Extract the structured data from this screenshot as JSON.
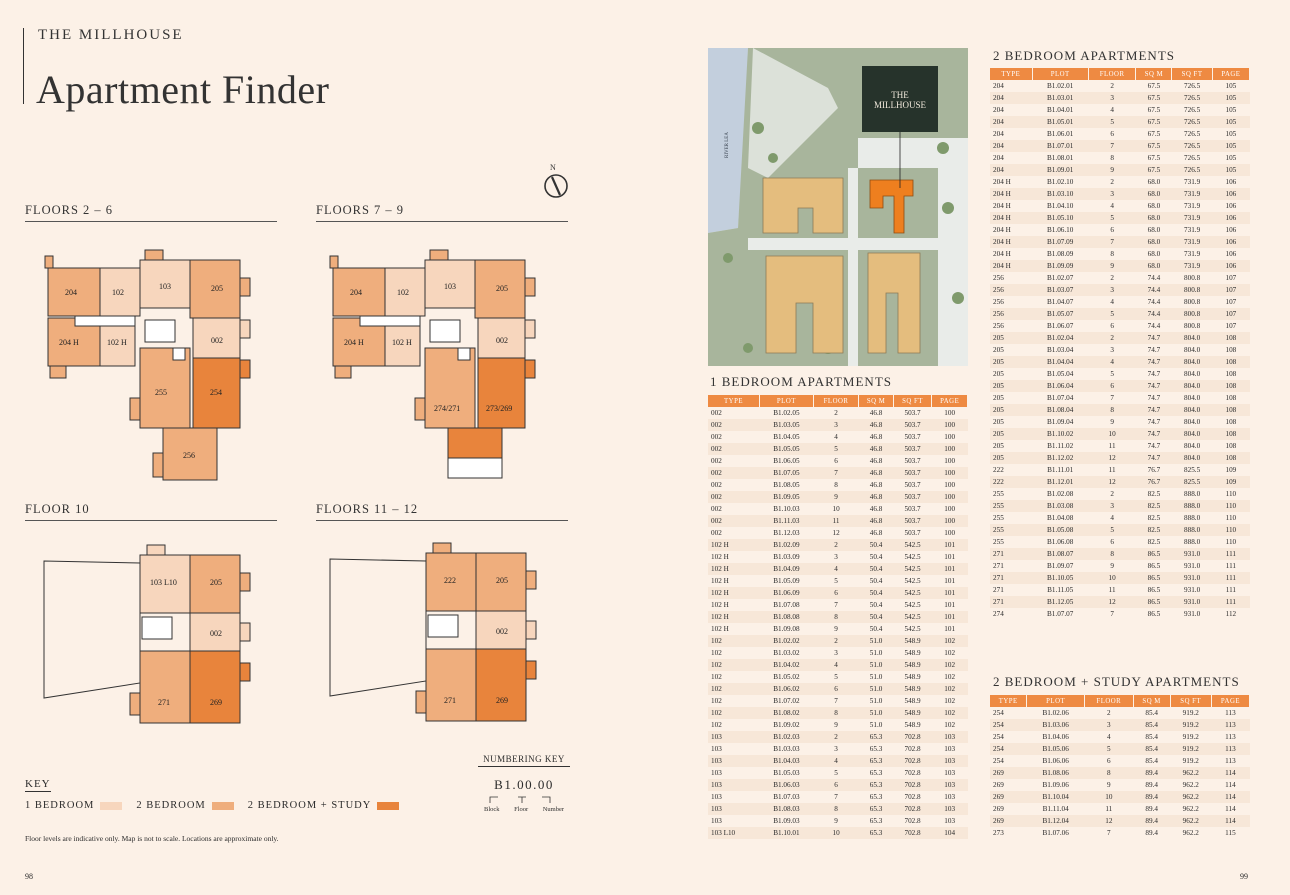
{
  "header": {
    "brand": "THE MILLHOUSE",
    "title": "Apartment Finder"
  },
  "sections": {
    "floors_2_6": "FLOORS 2 – 6",
    "floors_7_9": "FLOORS 7 – 9",
    "floor_10": "FLOOR 10",
    "floors_11_12": "FLOORS 11 – 12"
  },
  "plans": {
    "floors_2_6": [
      "204",
      "102",
      "103",
      "205",
      "204 H",
      "102 H",
      "002",
      "255",
      "254",
      "256"
    ],
    "floors_7_9": [
      "204",
      "102",
      "103",
      "205",
      "204 H",
      "102 H",
      "002",
      "274/271",
      "273/269"
    ],
    "floor_10": [
      "103 L10",
      "205",
      "002",
      "271",
      "269"
    ],
    "floors_11_12": [
      "222",
      "205",
      "002",
      "271",
      "269"
    ]
  },
  "key": {
    "title": "KEY",
    "items": [
      {
        "label": "1 BEDROOM",
        "color": "#f7d6bd"
      },
      {
        "label": "2 BEDROOM",
        "color": "#efae7d"
      },
      {
        "label": "2 BEDROOM + STUDY",
        "color": "#e8843c"
      }
    ]
  },
  "numbering": {
    "title": "NUMBERING KEY",
    "value": "B1.00.00",
    "labels": [
      "Block",
      "Floor",
      "Number"
    ]
  },
  "note": "Floor levels are indicative only. Map is not to scale. Locations are approximate only.",
  "pages": {
    "left": "98",
    "right": "99"
  },
  "map": {
    "logo_line1": "THE",
    "logo_line2": "MILLHOUSE",
    "river": "RIVER LEA"
  },
  "colors": {
    "accent": "#ee8a42",
    "one_bed": "#f7d6bd",
    "two_bed": "#efae7d",
    "two_bed_study": "#e8843c"
  },
  "tables": {
    "headers": [
      "TYPE",
      "PLOT",
      "FLOOR",
      "SQ M",
      "SQ FT",
      "PAGE"
    ],
    "one_bed": {
      "title": "1 BEDROOM APARTMENTS",
      "rows": [
        [
          "002",
          "B1.02.05",
          "2",
          "46.8",
          "503.7",
          "100"
        ],
        [
          "002",
          "B1.03.05",
          "3",
          "46.8",
          "503.7",
          "100"
        ],
        [
          "002",
          "B1.04.05",
          "4",
          "46.8",
          "503.7",
          "100"
        ],
        [
          "002",
          "B1.05.05",
          "5",
          "46.8",
          "503.7",
          "100"
        ],
        [
          "002",
          "B1.06.05",
          "6",
          "46.8",
          "503.7",
          "100"
        ],
        [
          "002",
          "B1.07.05",
          "7",
          "46.8",
          "503.7",
          "100"
        ],
        [
          "002",
          "B1.08.05",
          "8",
          "46.8",
          "503.7",
          "100"
        ],
        [
          "002",
          "B1.09.05",
          "9",
          "46.8",
          "503.7",
          "100"
        ],
        [
          "002",
          "B1.10.03",
          "10",
          "46.8",
          "503.7",
          "100"
        ],
        [
          "002",
          "B1.11.03",
          "11",
          "46.8",
          "503.7",
          "100"
        ],
        [
          "002",
          "B1.12.03",
          "12",
          "46.8",
          "503.7",
          "100"
        ],
        [
          "102 H",
          "B1.02.09",
          "2",
          "50.4",
          "542.5",
          "101"
        ],
        [
          "102 H",
          "B1.03.09",
          "3",
          "50.4",
          "542.5",
          "101"
        ],
        [
          "102 H",
          "B1.04.09",
          "4",
          "50.4",
          "542.5",
          "101"
        ],
        [
          "102 H",
          "B1.05.09",
          "5",
          "50.4",
          "542.5",
          "101"
        ],
        [
          "102 H",
          "B1.06.09",
          "6",
          "50.4",
          "542.5",
          "101"
        ],
        [
          "102 H",
          "B1.07.08",
          "7",
          "50.4",
          "542.5",
          "101"
        ],
        [
          "102 H",
          "B1.08.08",
          "8",
          "50.4",
          "542.5",
          "101"
        ],
        [
          "102 H",
          "B1.09.08",
          "9",
          "50.4",
          "542.5",
          "101"
        ],
        [
          "102",
          "B1.02.02",
          "2",
          "51.0",
          "548.9",
          "102"
        ],
        [
          "102",
          "B1.03.02",
          "3",
          "51.0",
          "548.9",
          "102"
        ],
        [
          "102",
          "B1.04.02",
          "4",
          "51.0",
          "548.9",
          "102"
        ],
        [
          "102",
          "B1.05.02",
          "5",
          "51.0",
          "548.9",
          "102"
        ],
        [
          "102",
          "B1.06.02",
          "6",
          "51.0",
          "548.9",
          "102"
        ],
        [
          "102",
          "B1.07.02",
          "7",
          "51.0",
          "548.9",
          "102"
        ],
        [
          "102",
          "B1.08.02",
          "8",
          "51.0",
          "548.9",
          "102"
        ],
        [
          "102",
          "B1.09.02",
          "9",
          "51.0",
          "548.9",
          "102"
        ],
        [
          "103",
          "B1.02.03",
          "2",
          "65.3",
          "702.8",
          "103"
        ],
        [
          "103",
          "B1.03.03",
          "3",
          "65.3",
          "702.8",
          "103"
        ],
        [
          "103",
          "B1.04.03",
          "4",
          "65.3",
          "702.8",
          "103"
        ],
        [
          "103",
          "B1.05.03",
          "5",
          "65.3",
          "702.8",
          "103"
        ],
        [
          "103",
          "B1.06.03",
          "6",
          "65.3",
          "702.8",
          "103"
        ],
        [
          "103",
          "B1.07.03",
          "7",
          "65.3",
          "702.8",
          "103"
        ],
        [
          "103",
          "B1.08.03",
          "8",
          "65.3",
          "702.8",
          "103"
        ],
        [
          "103",
          "B1.09.03",
          "9",
          "65.3",
          "702.8",
          "103"
        ],
        [
          "103 L10",
          "B1.10.01",
          "10",
          "65.3",
          "702.8",
          "104"
        ]
      ]
    },
    "two_bed": {
      "title": "2 BEDROOM APARTMENTS",
      "rows": [
        [
          "204",
          "B1.02.01",
          "2",
          "67.5",
          "726.5",
          "105"
        ],
        [
          "204",
          "B1.03.01",
          "3",
          "67.5",
          "726.5",
          "105"
        ],
        [
          "204",
          "B1.04.01",
          "4",
          "67.5",
          "726.5",
          "105"
        ],
        [
          "204",
          "B1.05.01",
          "5",
          "67.5",
          "726.5",
          "105"
        ],
        [
          "204",
          "B1.06.01",
          "6",
          "67.5",
          "726.5",
          "105"
        ],
        [
          "204",
          "B1.07.01",
          "7",
          "67.5",
          "726.5",
          "105"
        ],
        [
          "204",
          "B1.08.01",
          "8",
          "67.5",
          "726.5",
          "105"
        ],
        [
          "204",
          "B1.09.01",
          "9",
          "67.5",
          "726.5",
          "105"
        ],
        [
          "204 H",
          "B1.02.10",
          "2",
          "68.0",
          "731.9",
          "106"
        ],
        [
          "204 H",
          "B1.03.10",
          "3",
          "68.0",
          "731.9",
          "106"
        ],
        [
          "204 H",
          "B1.04.10",
          "4",
          "68.0",
          "731.9",
          "106"
        ],
        [
          "204 H",
          "B1.05.10",
          "5",
          "68.0",
          "731.9",
          "106"
        ],
        [
          "204 H",
          "B1.06.10",
          "6",
          "68.0",
          "731.9",
          "106"
        ],
        [
          "204 H",
          "B1.07.09",
          "7",
          "68.0",
          "731.9",
          "106"
        ],
        [
          "204 H",
          "B1.08.09",
          "8",
          "68.0",
          "731.9",
          "106"
        ],
        [
          "204 H",
          "B1.09.09",
          "9",
          "68.0",
          "731.9",
          "106"
        ],
        [
          "256",
          "B1.02.07",
          "2",
          "74.4",
          "800.8",
          "107"
        ],
        [
          "256",
          "B1.03.07",
          "3",
          "74.4",
          "800.8",
          "107"
        ],
        [
          "256",
          "B1.04.07",
          "4",
          "74.4",
          "800.8",
          "107"
        ],
        [
          "256",
          "B1.05.07",
          "5",
          "74.4",
          "800.8",
          "107"
        ],
        [
          "256",
          "B1.06.07",
          "6",
          "74.4",
          "800.8",
          "107"
        ],
        [
          "205",
          "B1.02.04",
          "2",
          "74.7",
          "804.0",
          "108"
        ],
        [
          "205",
          "B1.03.04",
          "3",
          "74.7",
          "804.0",
          "108"
        ],
        [
          "205",
          "B1.04.04",
          "4",
          "74.7",
          "804.0",
          "108"
        ],
        [
          "205",
          "B1.05.04",
          "5",
          "74.7",
          "804.0",
          "108"
        ],
        [
          "205",
          "B1.06.04",
          "6",
          "74.7",
          "804.0",
          "108"
        ],
        [
          "205",
          "B1.07.04",
          "7",
          "74.7",
          "804.0",
          "108"
        ],
        [
          "205",
          "B1.08.04",
          "8",
          "74.7",
          "804.0",
          "108"
        ],
        [
          "205",
          "B1.09.04",
          "9",
          "74.7",
          "804.0",
          "108"
        ],
        [
          "205",
          "B1.10.02",
          "10",
          "74.7",
          "804.0",
          "108"
        ],
        [
          "205",
          "B1.11.02",
          "11",
          "74.7",
          "804.0",
          "108"
        ],
        [
          "205",
          "B1.12.02",
          "12",
          "74.7",
          "804.0",
          "108"
        ],
        [
          "222",
          "B1.11.01",
          "11",
          "76.7",
          "825.5",
          "109"
        ],
        [
          "222",
          "B1.12.01",
          "12",
          "76.7",
          "825.5",
          "109"
        ],
        [
          "255",
          "B1.02.08",
          "2",
          "82.5",
          "888.0",
          "110"
        ],
        [
          "255",
          "B1.03.08",
          "3",
          "82.5",
          "888.0",
          "110"
        ],
        [
          "255",
          "B1.04.08",
          "4",
          "82.5",
          "888.0",
          "110"
        ],
        [
          "255",
          "B1.05.08",
          "5",
          "82.5",
          "888.0",
          "110"
        ],
        [
          "255",
          "B1.06.08",
          "6",
          "82.5",
          "888.0",
          "110"
        ],
        [
          "271",
          "B1.08.07",
          "8",
          "86.5",
          "931.0",
          "111"
        ],
        [
          "271",
          "B1.09.07",
          "9",
          "86.5",
          "931.0",
          "111"
        ],
        [
          "271",
          "B1.10.05",
          "10",
          "86.5",
          "931.0",
          "111"
        ],
        [
          "271",
          "B1.11.05",
          "11",
          "86.5",
          "931.0",
          "111"
        ],
        [
          "271",
          "B1.12.05",
          "12",
          "86.5",
          "931.0",
          "111"
        ],
        [
          "274",
          "B1.07.07",
          "7",
          "86.5",
          "931.0",
          "112"
        ]
      ]
    },
    "two_bed_study": {
      "title": "2 BEDROOM + STUDY APARTMENTS",
      "rows": [
        [
          "254",
          "B1.02.06",
          "2",
          "85.4",
          "919.2",
          "113"
        ],
        [
          "254",
          "B1.03.06",
          "3",
          "85.4",
          "919.2",
          "113"
        ],
        [
          "254",
          "B1.04.06",
          "4",
          "85.4",
          "919.2",
          "113"
        ],
        [
          "254",
          "B1.05.06",
          "5",
          "85.4",
          "919.2",
          "113"
        ],
        [
          "254",
          "B1.06.06",
          "6",
          "85.4",
          "919.2",
          "113"
        ],
        [
          "269",
          "B1.08.06",
          "8",
          "89.4",
          "962.2",
          "114"
        ],
        [
          "269",
          "B1.09.06",
          "9",
          "89.4",
          "962.2",
          "114"
        ],
        [
          "269",
          "B1.10.04",
          "10",
          "89.4",
          "962.2",
          "114"
        ],
        [
          "269",
          "B1.11.04",
          "11",
          "89.4",
          "962.2",
          "114"
        ],
        [
          "269",
          "B1.12.04",
          "12",
          "89.4",
          "962.2",
          "114"
        ],
        [
          "273",
          "B1.07.06",
          "7",
          "89.4",
          "962.2",
          "115"
        ]
      ]
    }
  }
}
